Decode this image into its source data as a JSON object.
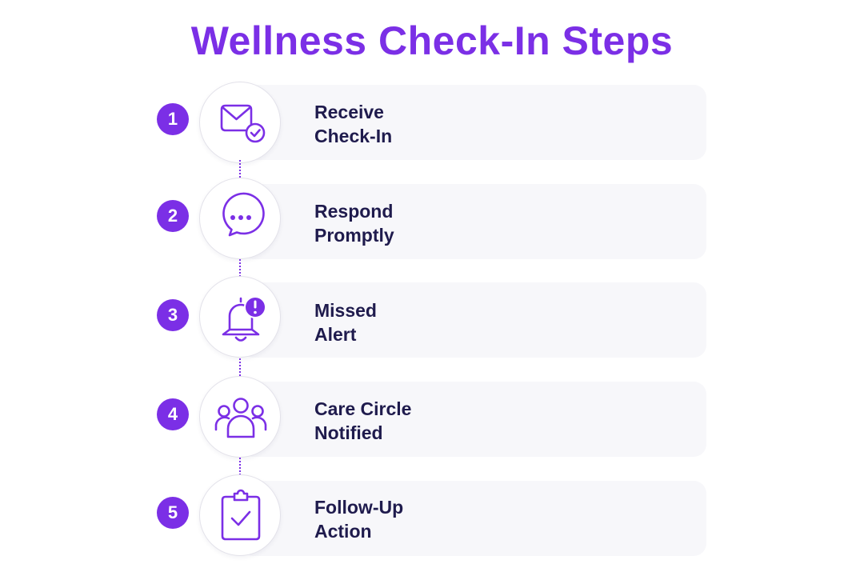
{
  "title": "Wellness Check-In Steps",
  "colors": {
    "accent": "#7b2fe6",
    "text": "#1f1b4d",
    "card": "#f7f7fa"
  },
  "steps": [
    {
      "number": "1",
      "line1": "Receive",
      "line2": "Check-In",
      "icon": "envelope-check-icon"
    },
    {
      "number": "2",
      "line1": "Respond",
      "line2": "Promptly",
      "icon": "chat-bubble-icon"
    },
    {
      "number": "3",
      "line1": "Missed",
      "line2": "Alert",
      "icon": "bell-alert-icon"
    },
    {
      "number": "4",
      "line1": "Care Circle",
      "line2": "Notified",
      "icon": "group-icon"
    },
    {
      "number": "5",
      "line1": "Follow-Up",
      "line2": "Action",
      "icon": "clipboard-check-icon"
    }
  ]
}
